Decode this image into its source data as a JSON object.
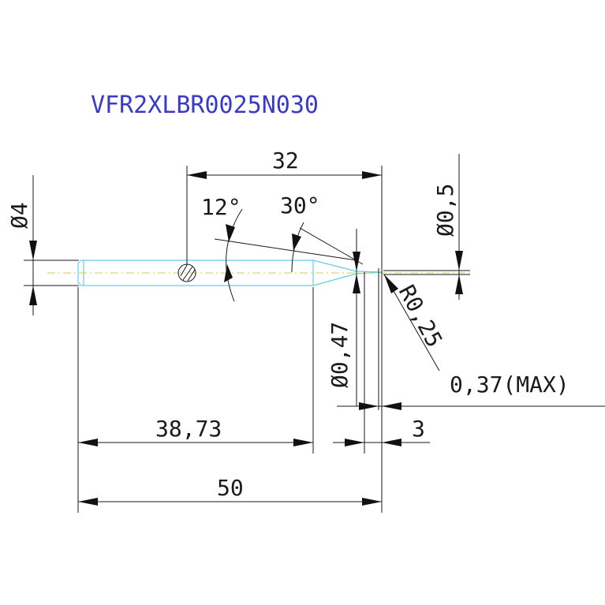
{
  "title": "VFR2XLBR0025N030",
  "dimensions": {
    "shank_diameter": "Ø4",
    "length_32": "32",
    "angle_12": "12°",
    "angle_30": "30°",
    "tip_diameter": "Ø0,5",
    "radius": "R0,25",
    "neck_diameter": "Ø0,47",
    "max_length": "0,37(MAX)",
    "neck_length": "3",
    "body_length": "38,73",
    "overall_length": "50"
  },
  "colors": {
    "outline": "#5fd0e6",
    "centerline": "#d8c85a",
    "title": "#3a3ac8",
    "dimension": "#1a1a1a"
  }
}
